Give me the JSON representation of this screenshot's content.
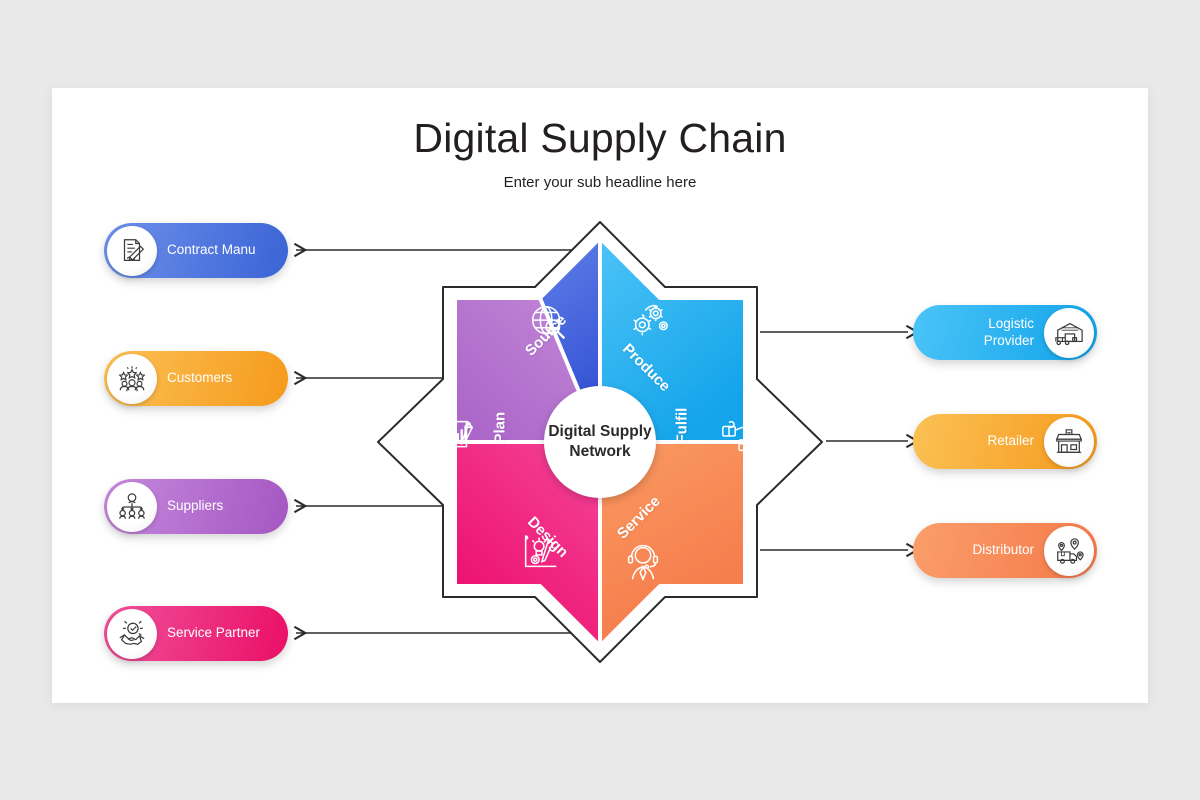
{
  "slide": {
    "title": "Digital Supply Chain",
    "subtitle": "Enter your sub headline here",
    "background_color": "#e9e9e9",
    "canvas_color": "#ffffff"
  },
  "hub": {
    "label": "Digital Supply\nNetwork",
    "line1": "Digital Supply",
    "line2": "Network"
  },
  "star_segments": [
    {
      "id": "source",
      "label": "Source",
      "icon": "globe-search-icon",
      "color_from": "#6f8ff0",
      "color_to": "#3553d4",
      "angle": -45
    },
    {
      "id": "produce",
      "label": "Produce",
      "icon": "gears-icon",
      "color_from": "#4cc3f7",
      "color_to": "#13a4ea",
      "angle": 45
    },
    {
      "id": "fulfil",
      "label": "Fulfil",
      "icon": "order-fulfil-icon",
      "color_from": "#fbc55a",
      "color_to": "#f5a11b",
      "angle": -90
    },
    {
      "id": "service",
      "label": "Service",
      "icon": "headset-agent-icon",
      "color_from": "#fa9a62",
      "color_to": "#f57a4a",
      "angle": -45
    },
    {
      "id": "design",
      "label": "Design",
      "icon": "design-board-icon",
      "color_from": "#f5459a",
      "color_to": "#ec0e6e",
      "angle": 45
    },
    {
      "id": "plan",
      "label": "Plan",
      "icon": "report-gear-icon",
      "color_from": "#c288d8",
      "color_to": "#a055c0",
      "angle": -90
    }
  ],
  "left_pills": [
    {
      "id": "contract-manu",
      "label": "Contract Manu",
      "icon": "contract-signature-icon",
      "color_from": "#6e90ea",
      "color_to": "#3a64d6"
    },
    {
      "id": "customers",
      "label": "Customers",
      "icon": "customer-rating-icon",
      "color_from": "#fbc155",
      "color_to": "#f59a1c"
    },
    {
      "id": "suppliers",
      "label": "Suppliers",
      "icon": "org-chart-icon",
      "color_from": "#c58add",
      "color_to": "#a556c2"
    },
    {
      "id": "service-partner",
      "label": "Service Partner",
      "icon": "handshake-check-icon",
      "color_from": "#f0519b",
      "color_to": "#ea0f66"
    }
  ],
  "right_pills": [
    {
      "id": "logistic-provider",
      "label_line1": "Logistic",
      "label_line2": "Provider",
      "label": "Logistic Provider",
      "icon": "warehouse-truck-icon",
      "color_from": "#4bc4f8",
      "color_to": "#10a3e9"
    },
    {
      "id": "retailer",
      "label_line1": "Retailer",
      "label_line2": "",
      "label": "Retailer",
      "icon": "storefront-icon",
      "color_from": "#fbc155",
      "color_to": "#f59a1c"
    },
    {
      "id": "distributor",
      "label_line1": "Distributor",
      "label_line2": "",
      "label": "Distributor",
      "icon": "delivery-route-icon",
      "color_from": "#fa9e6a",
      "color_to": "#f5794a"
    }
  ],
  "connectors": {
    "stroke_color": "#2b2b2b",
    "stroke_width": 1.6,
    "left_direction": "outward-left",
    "right_direction": "outward-right"
  }
}
